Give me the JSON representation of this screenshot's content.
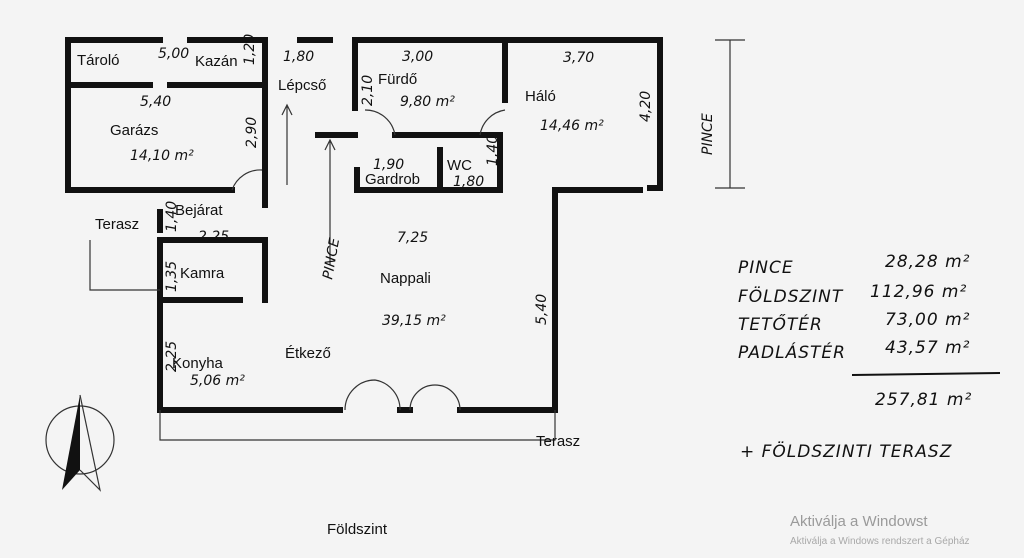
{
  "rooms": {
    "taroló": "Tároló",
    "kazan": "Kazán",
    "garazs": "Garázs",
    "lepcso": "Lépcső",
    "furdo": "Fürdő",
    "halo": "Háló",
    "gardrob": "Gardrob",
    "wc": "WC",
    "bejarat": "Bejárat",
    "terasz_left": "Terasz",
    "kamra": "Kamra",
    "nappali": "Nappali",
    "etkezo": "Étkező",
    "konyha": "Konyha",
    "terasz_bottom": "Terasz"
  },
  "dimensions": {
    "taroló_w": "5,00",
    "kazan_h": "1,20",
    "garazs_w": "5,40",
    "garazs_h": "2,90",
    "lepcso_w": "1,80",
    "furdo_h": "2,10",
    "furdo_w": "3,00",
    "halo_w": "3,70",
    "halo_h": "4,20",
    "gardrob_w": "1,90",
    "wc_w": "1,80",
    "wc_h": "1,40",
    "bejarat_h": "1,40",
    "bejarat_w": "2,25",
    "kamra_h": "1,35",
    "nappali_w": "7,25",
    "nappali_h": "5,40",
    "konyha_h": "2,25"
  },
  "areas": {
    "garazs": "14,10 m²",
    "furdo": "9,80 m²",
    "halo": "14,46 m²",
    "nappali": "39,15 m²",
    "konyha": "5,06 m²"
  },
  "annotations": {
    "pince_right": "PINCE",
    "pince_stairs": "PINCE",
    "floor_title": "Földszint"
  },
  "summary": {
    "rows": [
      {
        "label": "PINCE",
        "value": "28,28 m²"
      },
      {
        "label": "FÖLDSZINT",
        "value": "112,96 m²"
      },
      {
        "label": "TETŐTÉR",
        "value": "73,00 m²"
      },
      {
        "label": "PADLÁSTÉR",
        "value": "43,57 m²"
      }
    ],
    "total": "257,81 m²",
    "note": "+ FÖLDSZINTI TERASZ"
  },
  "watermark": {
    "title": "Aktiválja a Windowst",
    "subtitle": "Aktiválja a Windows rendszert a Gépház"
  }
}
